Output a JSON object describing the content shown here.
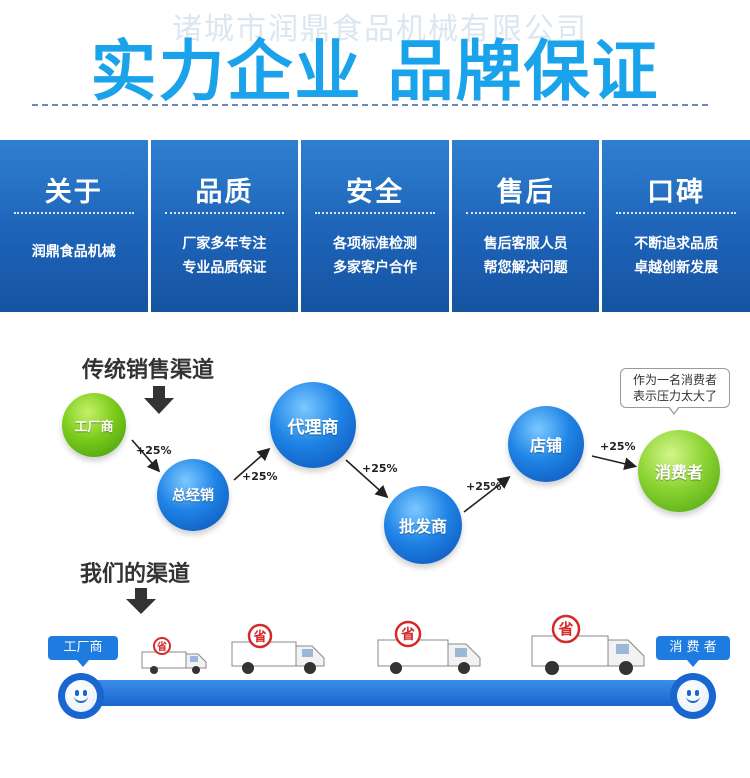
{
  "header": {
    "watermark": "诸城市润鼎食品机械有限公司",
    "headline": "实力企业 品牌保证"
  },
  "features": [
    {
      "title": "关于",
      "lines": [
        "润鼎食品机械"
      ]
    },
    {
      "title": "品质",
      "lines": [
        "厂家多年专注",
        "专业品质保证"
      ]
    },
    {
      "title": "安全",
      "lines": [
        "各项标准检测",
        "多家客户合作"
      ]
    },
    {
      "title": "售后",
      "lines": [
        "售后客服人员",
        "帮您解决问题"
      ]
    },
    {
      "title": "口碑",
      "lines": [
        "不断追求品质",
        "卓越创新发展"
      ]
    }
  ],
  "traditional": {
    "title": "传统销售渠道",
    "nodes": {
      "factory": "工厂商",
      "distributor": "总经销",
      "agent": "代理商",
      "wholesaler": "批发商",
      "store": "店铺",
      "consumer": "消费者"
    },
    "markup": "+25%",
    "speech": [
      "作为一名消费者",
      "表示压力太大了"
    ]
  },
  "ours": {
    "title": "我们的渠道",
    "start_label": "工厂商",
    "end_label": "消 费 者",
    "truck_sign": "省"
  },
  "colors": {
    "headline": "#1aa3ea",
    "band": "#1d63b8",
    "track": "#1a66d0",
    "green_node": "#7ccc1c",
    "blue_node": "#1f84e6"
  }
}
